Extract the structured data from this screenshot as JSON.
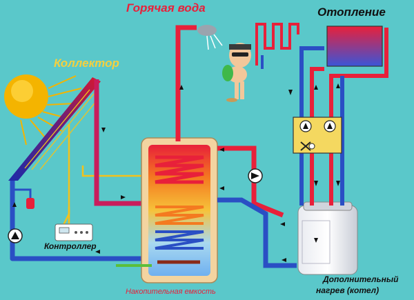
{
  "labels": {
    "hot_water": "Горячая вода",
    "heating": "Отопление",
    "collector": "Коллектор",
    "controller": "Контроллер",
    "storage_tank": "Накопительная емкость",
    "boiler_line1": "Дополнительный",
    "boiler_line2": "нагрев (котел)"
  },
  "colors": {
    "background": "#5ac8ca",
    "hot_pipe": "#e8203a",
    "cold_pipe": "#2a4fc4",
    "solar_loop": "#f4c21a",
    "sun": "#f4b400",
    "collector": "#3a2a8a",
    "drain": "#5bbf3a"
  }
}
